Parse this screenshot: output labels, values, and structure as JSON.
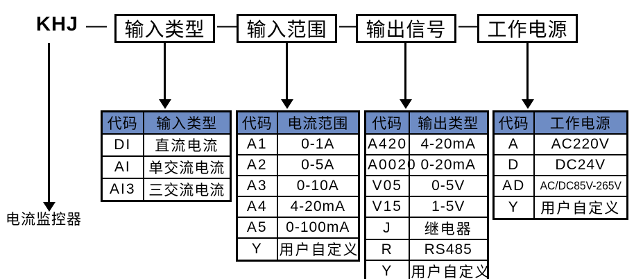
{
  "model": {
    "prefix": "KHJ",
    "separator": "—",
    "segments": [
      {
        "label": "输入类型"
      },
      {
        "label": "输入范围"
      },
      {
        "label": "输出信号"
      },
      {
        "label": "工作电源"
      }
    ]
  },
  "product_label": "电流监控器",
  "tables": [
    {
      "name": "input-type",
      "headers": [
        "代码",
        "输入类型"
      ],
      "rows": [
        {
          "code": "DI",
          "value": "直流电流"
        },
        {
          "code": "AI",
          "value": "单交流电流"
        },
        {
          "code": "AI3",
          "value": "三交流电流"
        }
      ]
    },
    {
      "name": "current-range",
      "headers": [
        "代码",
        "电流范围"
      ],
      "rows": [
        {
          "code": "A1",
          "value": "0-1A"
        },
        {
          "code": "A2",
          "value": "0-5A"
        },
        {
          "code": "A3",
          "value": "0-10A"
        },
        {
          "code": "A4",
          "value": "4-20mA"
        },
        {
          "code": "A5",
          "value": "0-100mA"
        },
        {
          "code": "Y",
          "value": "用户自定义"
        }
      ]
    },
    {
      "name": "output-type",
      "headers": [
        "代码",
        "输出类型"
      ],
      "rows": [
        {
          "code": "A420",
          "value": "4-20mA"
        },
        {
          "code": "A0020",
          "value": "0-20mA"
        },
        {
          "code": "V05",
          "value": "0-5V"
        },
        {
          "code": "V15",
          "value": "1-5V"
        },
        {
          "code": "J",
          "value": "继电器"
        },
        {
          "code": "R",
          "value": "RS485"
        },
        {
          "code": "Y",
          "value": "用户自定义"
        }
      ]
    },
    {
      "name": "power-supply",
      "headers": [
        "代码",
        "工作电源"
      ],
      "rows": [
        {
          "code": "A",
          "value": "AC220V"
        },
        {
          "code": "D",
          "value": "DC24V"
        },
        {
          "code": "AD",
          "value": "AC/DC85V-265V"
        },
        {
          "code": "Y",
          "value": "用户自定义"
        }
      ]
    }
  ],
  "colors": {
    "header_blue": "#6e8cc4",
    "line": "#000000",
    "background": "#ffffff"
  }
}
